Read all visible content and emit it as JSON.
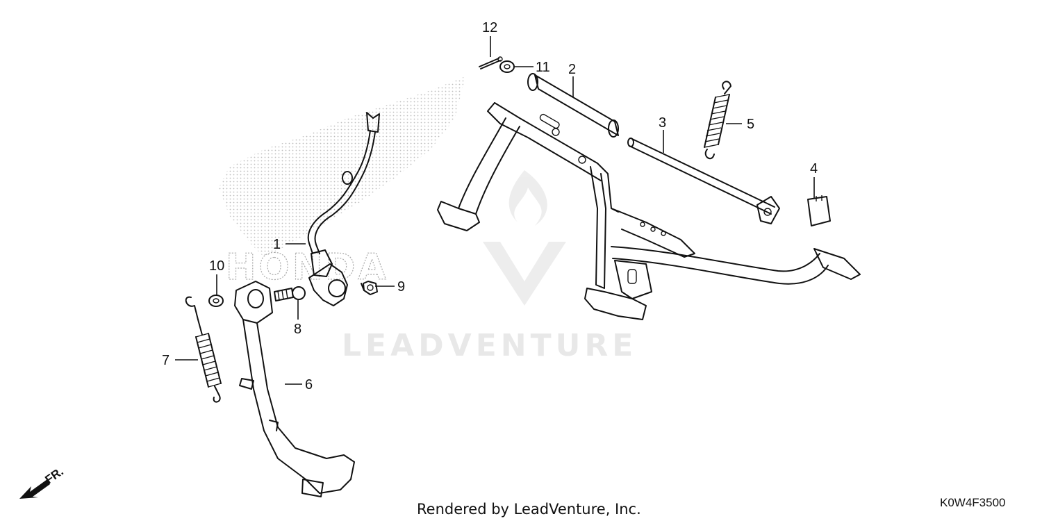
{
  "watermark": {
    "brand": "LEADVENTURE"
  },
  "logo": {
    "text": "HONDA"
  },
  "footer": {
    "rendered_by": "Rendered by LeadVenture, Inc."
  },
  "diagram_code": "K0W4F3500",
  "direction_indicator": {
    "label": "FR."
  },
  "callouts": [
    {
      "id": "1",
      "label": "1"
    },
    {
      "id": "2",
      "label": "2"
    },
    {
      "id": "3",
      "label": "3"
    },
    {
      "id": "4",
      "label": "4"
    },
    {
      "id": "5",
      "label": "5"
    },
    {
      "id": "6",
      "label": "6"
    },
    {
      "id": "7",
      "label": "7"
    },
    {
      "id": "8",
      "label": "8"
    },
    {
      "id": "9",
      "label": "9"
    },
    {
      "id": "10",
      "label": "10"
    },
    {
      "id": "11",
      "label": "11"
    },
    {
      "id": "12",
      "label": "12"
    }
  ]
}
